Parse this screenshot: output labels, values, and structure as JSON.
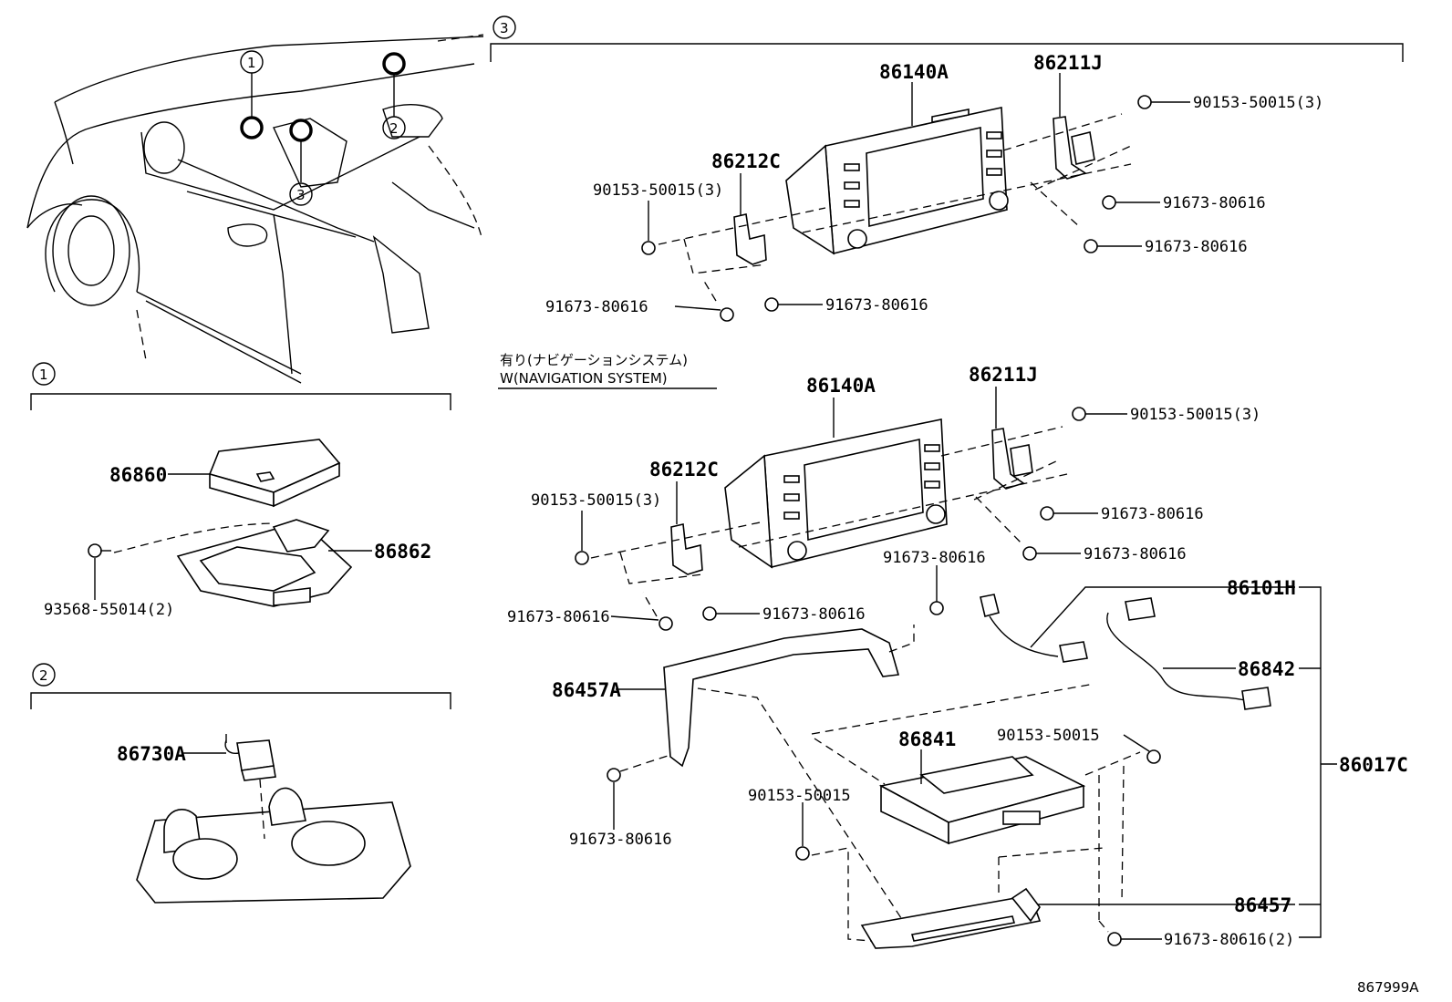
{
  "diagram_id": "867999A",
  "sections": [
    "1",
    "2",
    "3"
  ],
  "overview_callouts": [
    "1",
    "2",
    "3"
  ],
  "nav_note": {
    "jp": "有り(ナビゲーションシステム)",
    "en": "W(NAVIGATION SYSTEM)"
  },
  "section1": {
    "parts": [
      "86860",
      "86862",
      "93568-55014(2)"
    ]
  },
  "section2": {
    "parts": [
      "86730A"
    ]
  },
  "section3_top": {
    "parts": [
      "86140A",
      "86211J",
      "86212C",
      "90153-50015(3)",
      "90153-50015(3)",
      "91673-80616",
      "91673-80616",
      "91673-80616",
      "91673-80616"
    ]
  },
  "section3_nav": {
    "parts": [
      "86140A",
      "86211J",
      "86212C",
      "90153-50015(3)",
      "90153-50015(3)",
      "91673-80616",
      "91673-80616",
      "91673-80616",
      "91673-80616",
      "91673-80616",
      "86101H",
      "86842",
      "86017C",
      "86457A",
      "91673-80616",
      "86841",
      "90153-50015",
      "90153-50015",
      "86457",
      "91673-80616(2)"
    ]
  }
}
